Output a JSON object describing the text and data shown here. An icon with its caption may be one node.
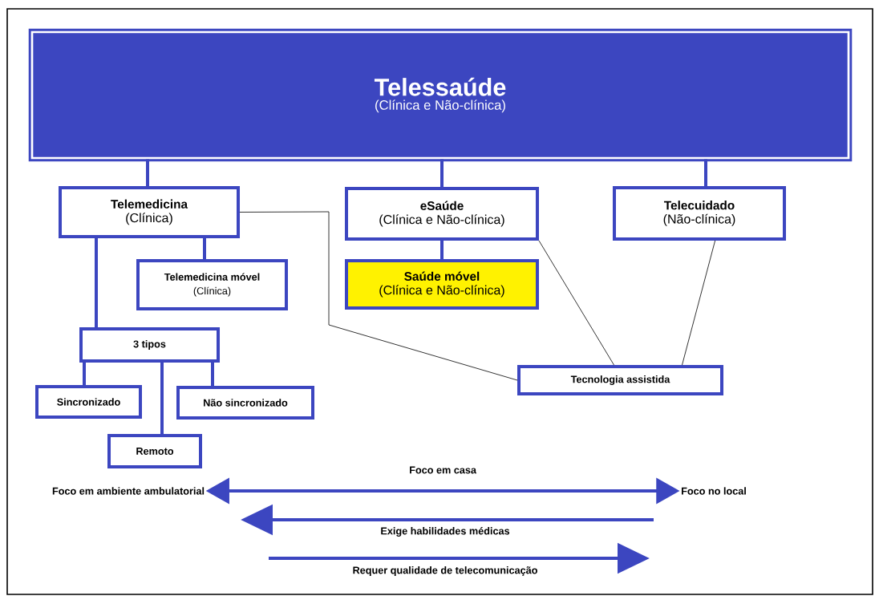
{
  "diagram": {
    "nodes": [
      {
        "text": [
          "Telessaúde",
          "(Clínica e Não-clínica)"
        ]
      },
      {
        "text": [
          "Telemedicina",
          "(Clínica)"
        ]
      },
      {
        "text": [
          "eSaúde",
          "(Clínica e Não-clínica)"
        ]
      },
      {
        "text": [
          "Telecuidado",
          "(Não-clínica)"
        ]
      },
      {
        "text": [
          "Telemedicina móvel",
          "(Clínica)"
        ]
      },
      {
        "text": [
          "Saúde móvel",
          "(Clínica e Não-clínica)"
        ]
      },
      {
        "text": [
          "3 tipos"
        ]
      },
      {
        "text": [
          "Sincronizado"
        ]
      },
      {
        "text": [
          "Remoto"
        ]
      },
      {
        "text": [
          "Não sincronizado"
        ]
      },
      {
        "text": [
          "Tecnologia assistida"
        ]
      },
      {
        "text": [
          "Foco em ambiente ambulatorial"
        ]
      },
      {
        "text": [
          "Foco no local"
        ]
      }
    ],
    "edges": [
      {
        "from": 0,
        "to": 1,
        "arrow": "none"
      },
      {
        "from": 0,
        "to": 2,
        "arrow": "none"
      },
      {
        "from": 0,
        "to": 3,
        "arrow": "none"
      },
      {
        "from": 1,
        "to": 4,
        "arrow": "none"
      },
      {
        "from": 1,
        "to": 6,
        "arrow": "none"
      },
      {
        "from": 2,
        "to": 5,
        "arrow": "none"
      },
      {
        "from": 6,
        "to": 7,
        "arrow": "none"
      },
      {
        "from": 6,
        "to": 8,
        "arrow": "none"
      },
      {
        "from": 6,
        "to": 9,
        "arrow": "none"
      },
      {
        "from": 1,
        "to": 10,
        "arrow": "none",
        "color": "#000000"
      },
      {
        "from": 2,
        "to": 10,
        "arrow": "none",
        "color": "#000000"
      },
      {
        "from": 3,
        "to": 10,
        "arrow": "none",
        "color": "#000000"
      },
      {
        "from": 11,
        "to": 12,
        "arrow": "both",
        "label": "Foco em casa"
      }
    ],
    "labels": [
      "Exige habilidades médicas",
      "Requer qualidade de telecomunicação"
    ]
  }
}
